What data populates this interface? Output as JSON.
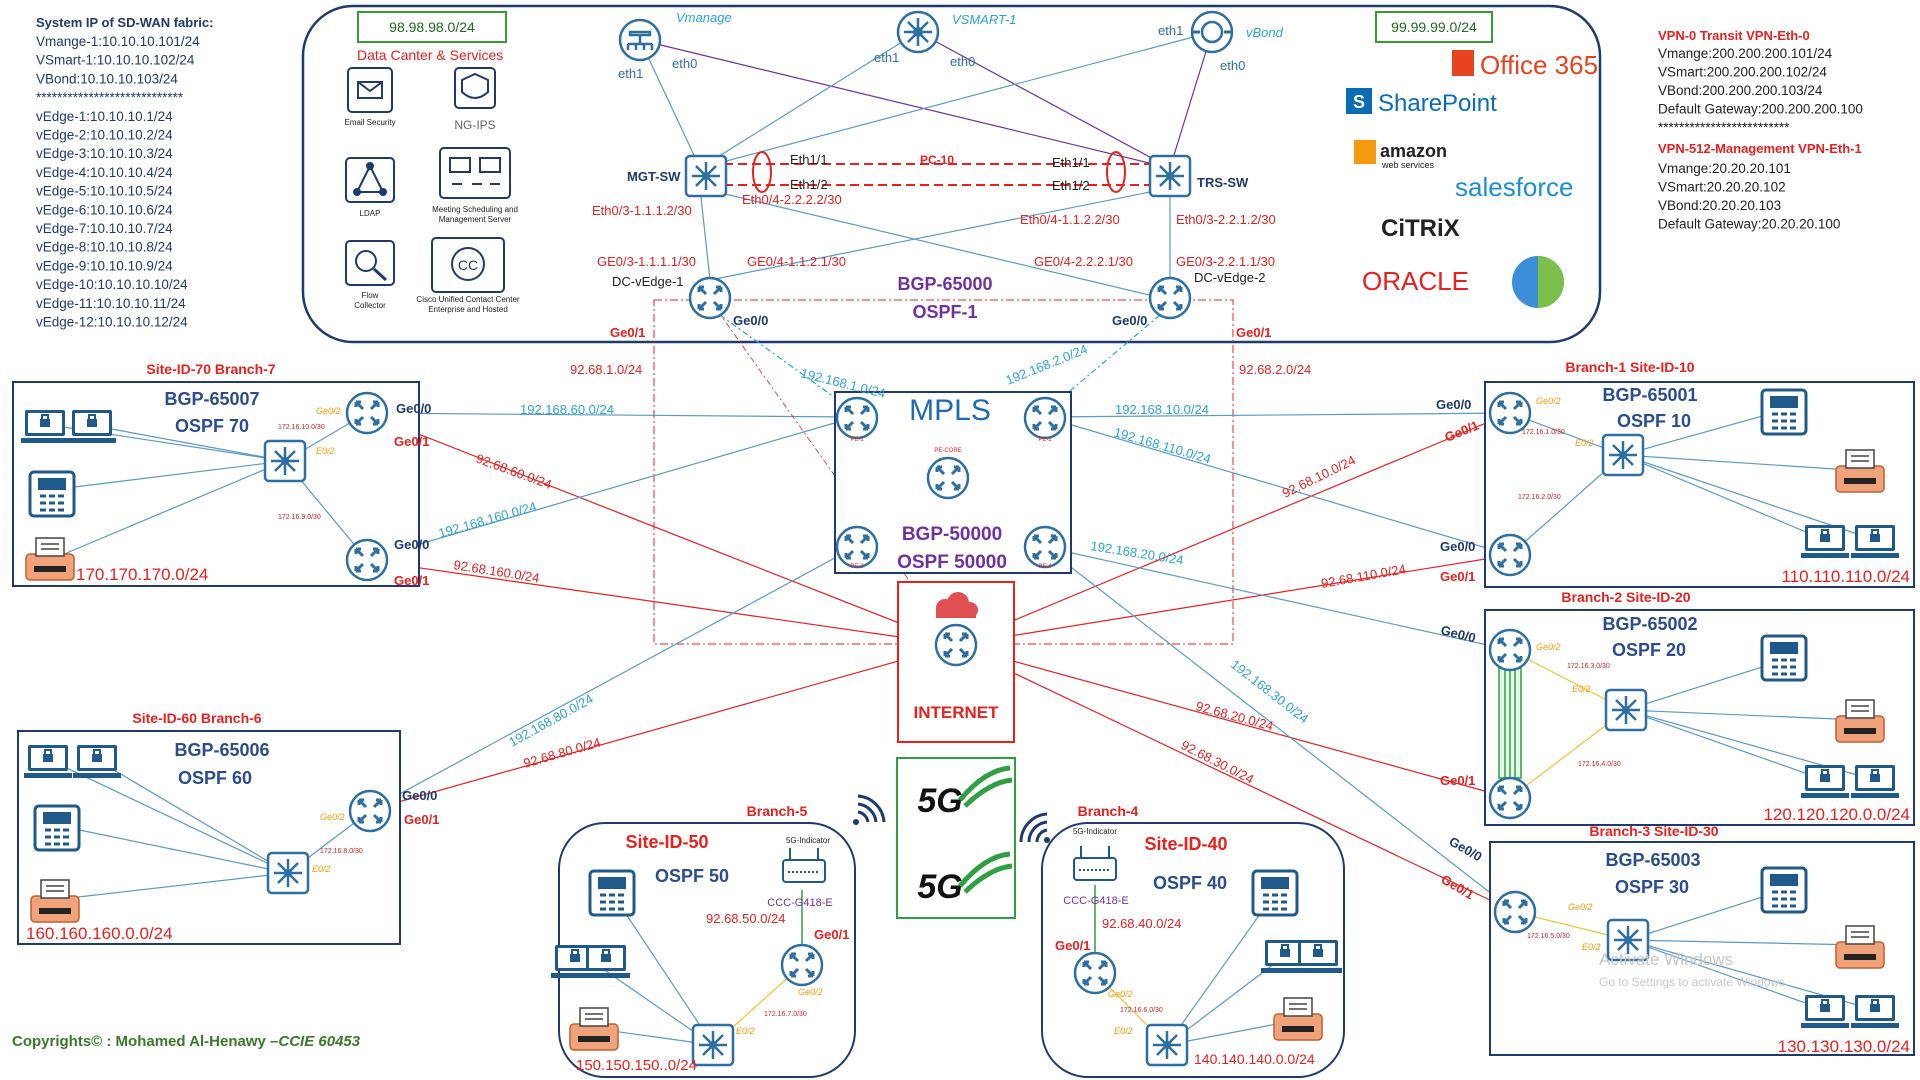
{
  "left_info": {
    "title": "System IP of SD-WAN fabric:",
    "lines": [
      "Vmange-1:10.10.10.101/24",
      "VSmart-1:10.10.10.102/24",
      "VBond:10.10.10.103/24",
      "****************************",
      "vEdge-1:10.10.10.1/24",
      "vEdge-2:10.10.10.2/24",
      "vEdge-3:10.10.10.3/24",
      "vEdge-4:10.10.10.4/24",
      "vEdge-5:10.10.10.5/24",
      "vEdge-6:10.10.10.6/24",
      "vEdge-7:10.10.10.7/24",
      "vEdge-8:10.10.10.8/24",
      "vEdge-9:10.10.10.9/24",
      "vEdge-10:10.10.10.10/24",
      "vEdge-11:10.10.10.11/24",
      "vEdge-12:10.10.10.12/24"
    ]
  },
  "right_info": {
    "vpn0_title": "VPN-0 Transit VPN-Eth-0",
    "vpn0_lines": [
      "Vmange:200.200.200.101/24",
      "VSmart:200.200.200.102/24",
      "VBond:200.200.200.103/24",
      "Default Gateway:200.200.200.100",
      "*************************"
    ],
    "vpn512_title": "VPN-512-Management VPN-Eth-1",
    "vpn512_lines": [
      "Vmange:20.20.20.101",
      "VSmart:20.20.20.102",
      "VBond:20.20.20.103",
      "Default Gateway:20.20.20.100"
    ]
  },
  "dc": {
    "subnet_left": "98.98.98.0/24",
    "subnet_right": "99.99.99.0/24",
    "services_title": "Data Canter & Services",
    "services": [
      "Email Security",
      "NG-IPS",
      "LDAP",
      "Meeting Scheduling and Management Server",
      "Flow Collector",
      "Cisco Unified Contact Center Enterprise and Hosted"
    ],
    "vmanage": "Vmanage",
    "vsmart": "VSMART-1",
    "vbond": "vBond",
    "mgt_sw": "MGT-SW",
    "trs_sw": "TRS-SW",
    "pc": "PC-10",
    "eth1_1": "Eth1/1",
    "eth1_2": "Eth1/2",
    "eth0": "eth0",
    "eth1": "eth1",
    "mgt_e03": "Eth0/3-1.1.1.2/30",
    "mgt_e04": "Eth0/4-2.2.2.2/30",
    "trs_e04": "Eth0/4-1.1.2.2/30",
    "trs_e03": "Eth0/3-2.2.1.2/30",
    "ve1_ge03": "GE0/3-1.1.1.1/30",
    "ve1_ge04": "GE0/4-1.1.2.1/30",
    "ve2_ge04": "GE0/4-2.2.2.1/30",
    "ve2_ge03": "GE0/3-2.2.1.1/30",
    "ve1": "DC-vEdge-1",
    "ve2": "DC-vEdge-2",
    "bgp": "BGP-65000",
    "ospf": "OSPF-1",
    "cloud_apps": [
      "Office 365",
      "SharePoint",
      "amazon",
      "web services",
      "salesforce",
      "CiTRiX",
      "ORACLE"
    ]
  },
  "mpls": {
    "title": "MPLS",
    "bgp": "BGP-50000",
    "ospf": "OSPF 50000",
    "pe1": "PE-1",
    "pe2": "PE-2",
    "pe3": "PE-3",
    "pe4": "PE-4",
    "core": "PE-CORE"
  },
  "internet": {
    "title": "INTERNET"
  },
  "fiveg": "5G",
  "ge00": "Ge0/0",
  "ge01": "Ge0/1",
  "ge02": "Ge0/2",
  "e02": "E0/2",
  "links": {
    "dc_mpls1": "192.168.1.0/24",
    "dc_mpls2": "192.168.2.0/24",
    "dc_inet1": "92.68.1.0/24",
    "dc_inet2": "92.68.2.0/24",
    "b7_mpls1": "192.168.60.0/24",
    "b7_inet1": "92.68.60.0/24",
    "b7_mpls2": "192.168.160.0/24",
    "b7_inet2": "92.68.160.0/24",
    "b6_mpls": "192.168.80.0/24",
    "b6_inet": "92.68.80.0/24",
    "b1_mpls1": "192.168.10.0/24",
    "b1_mpls2": "192.168.110.0/24",
    "b1_inet1": "92.68.10.0/24",
    "b1_inet2": "92.68.110.0/24",
    "b2_mpls": "192.168.20.0/24",
    "b2_inet": "92.68.20.0/24",
    "b3_mpls": "192.168.30.0/24",
    "b3_inet": "92.68.30.0/24",
    "b5_inet": "92.68.50.0/24",
    "b4_inet": "92.68.40.0/24"
  },
  "branches": {
    "b7": {
      "title": "Site-ID-70 Branch-7",
      "bgp": "BGP-65007",
      "ospf": "OSPF 70",
      "lan": "170.170.170.0/24",
      "l1": "172.16.10.0/30",
      "l2": "172.16.9.0/30"
    },
    "b6": {
      "title": "Site-ID-60  Branch-6",
      "bgp": "BGP-65006",
      "ospf": "OSPF 60",
      "lan": "160.160.160.0.0/24",
      "l1": "172.16.8.0/30"
    },
    "b1": {
      "title": "Branch-1 Site-ID-10",
      "bgp": "BGP-65001",
      "ospf": "OSPF 10",
      "lan": "110.110.110.0/24",
      "l1": "172.16.1.0/30",
      "l2": "172.16.2.0/30"
    },
    "b2": {
      "title": "Branch-2 Site-ID-20",
      "bgp": "BGP-65002",
      "ospf": "OSPF 20",
      "lan": "120.120.120.0.0/24",
      "l1": "172.16.3.0/30",
      "l2": "172.16.4.0/30"
    },
    "b3": {
      "title": "Branch-3  Site-ID-30",
      "bgp": "BGP-65003",
      "ospf": "OSPF 30",
      "lan": "130.130.130.0/24",
      "l1": "172.16.5.0/30"
    },
    "b5": {
      "title": "Branch-5",
      "site": "Site-ID-50",
      "ospf": "OSPF 50",
      "lan": "150.150.150..0/24",
      "l1": "172.16.7.0/30",
      "ind": "5G-Indicator",
      "modem": "CCC-G418-E"
    },
    "b4": {
      "title": "Branch-4",
      "site": "Site-ID-40",
      "ospf": "OSPF 40",
      "lan": "140.140.140.0.0/24",
      "l1": "172.16.6.0/30",
      "ind": "5G-Indicator",
      "modem": "CCC-G418-E"
    }
  },
  "watermark": {
    "line1": "Activate Windows",
    "line2": "Go to Settings to activate Windows."
  },
  "copyright": {
    "main": "Copyrights© : Mohamed Al-Henawy –",
    "cert": "CCIE 60453"
  },
  "colors": {
    "red": "#e8211f",
    "blue": "#29a3d9",
    "navy": "#1f3a6e",
    "purple": "#7030a0",
    "router": "#2e6fa3"
  }
}
